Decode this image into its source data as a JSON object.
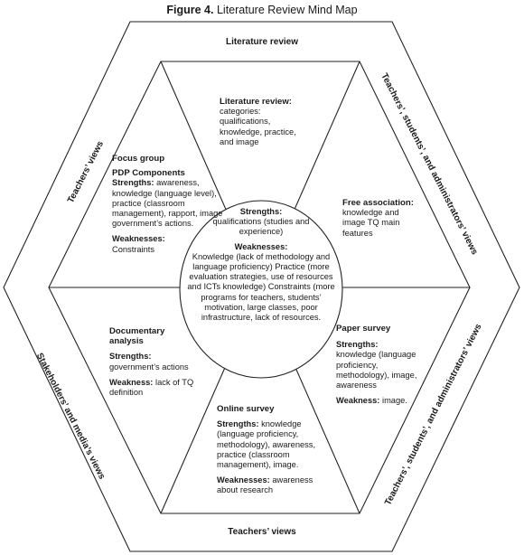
{
  "figure": {
    "prefix": "Figure 4.",
    "title": "Literature Review Mind Map"
  },
  "outer_labels": {
    "top": "Literature review",
    "bottom": "Teachers’ views",
    "upper_left": "Teachers’ views",
    "upper_right": "Teachers’, students’, and administrators’ views",
    "lower_left": "Stakeholders’ and media’s views",
    "lower_right": "Teachers’, students’, and administrators’ views"
  },
  "segments": {
    "top": {
      "heading": "Literature review:",
      "lines": [
        "categories:",
        "qualifications,",
        "knowledge, practice,",
        "and image"
      ]
    },
    "upper_left": {
      "heading": "Focus group",
      "sub": "PDP Components",
      "strengths_label": "Strengths:",
      "strengths_text": "awareness, knowledge (language level), practice (classroom management), rapport, image government’s actions.",
      "weaknesses_label": "Weaknesses:",
      "weaknesses_text": "Constraints"
    },
    "upper_right": {
      "heading": "Free association:",
      "lines": [
        "knowledge and",
        "image TQ main",
        "features"
      ]
    },
    "lower_left": {
      "heading_lines": [
        "Documentary",
        "analysis"
      ],
      "strengths_label": "Strengths:",
      "strengths_text": "government’s actions",
      "weaknesses_label": "Weakness:",
      "weaknesses_text": "lack of TQ definition"
    },
    "lower_right": {
      "heading": "Paper survey",
      "strengths_label": "Strengths:",
      "strengths_text": "knowledge (language proficiency, methodology), image, awareness",
      "weaknesses_label": "Weakness:",
      "weaknesses_text": "image."
    },
    "bottom": {
      "heading": "Online survey",
      "strengths_label": "Strengths:",
      "strengths_text": "knowledge (language proficiency, methodology), awareness, practice (classroom management), image.",
      "weaknesses_label": "Weaknesses:",
      "weaknesses_text": "awareness about research"
    }
  },
  "center": {
    "strengths_label": "Strengths:",
    "strengths_text": "qualifications (studies and experience)",
    "weaknesses_label": "Weaknesses:",
    "weaknesses_text": "Knowledge (lack of methodology and language proficiency) Practice (more evaluation strategies, use of resources and ICTs knowledge) Constraints (more programs for teachers, students’ motivation, large classes, poor infrastructure, lack of resources."
  }
}
